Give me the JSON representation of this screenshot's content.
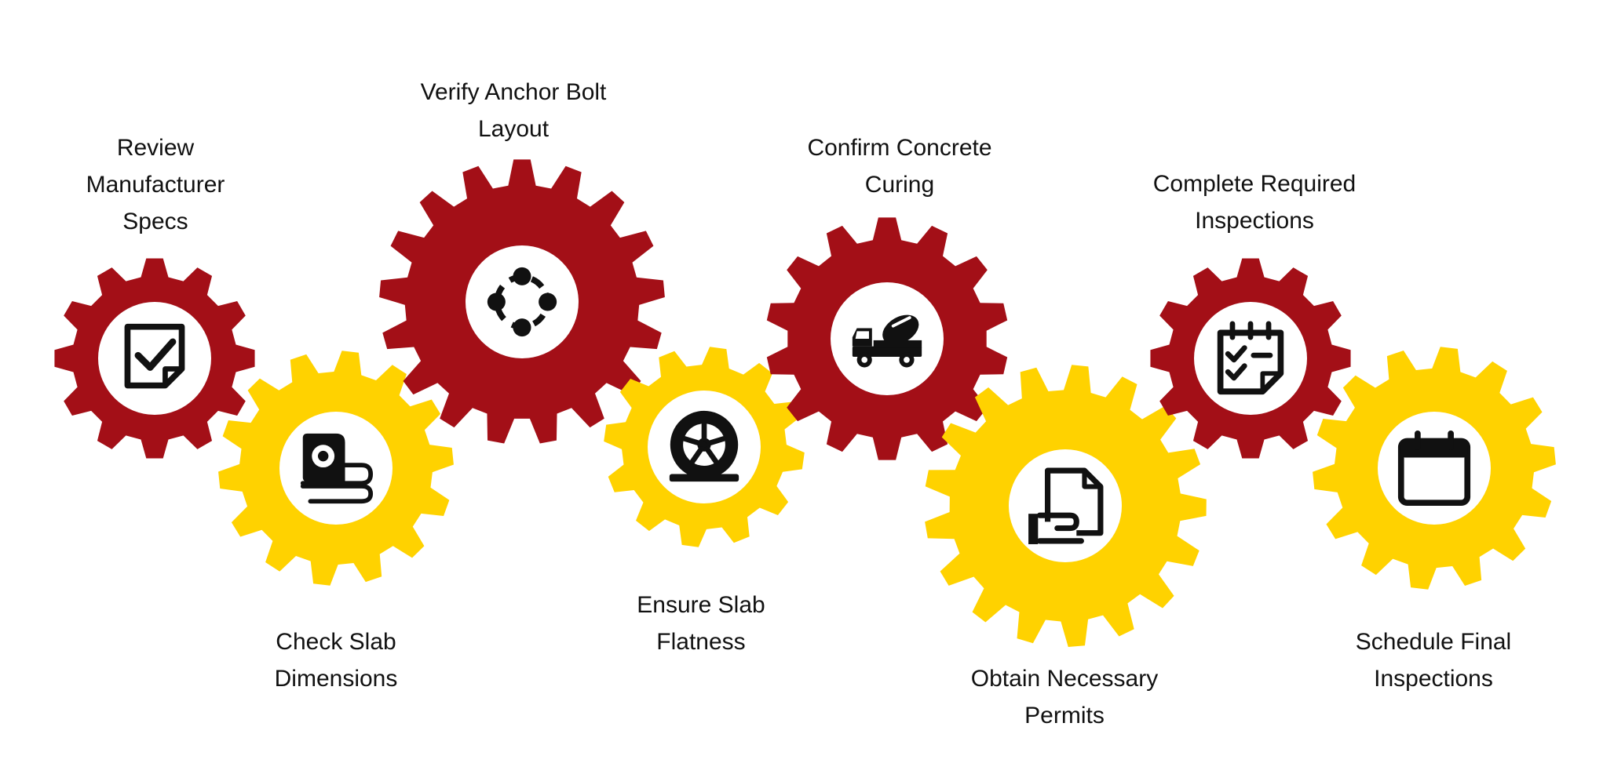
{
  "colors": {
    "red": "#A30F17",
    "yellow": "#FFD200",
    "hub": "#FFFFFF",
    "icon": "#111111",
    "text": "#111111"
  },
  "gears": [
    {
      "id": "review-manufacturer-specs",
      "color": "red",
      "icon": "checkbox-document-icon",
      "label_lines": [
        "Review",
        "Manufacturer",
        "Specs"
      ]
    },
    {
      "id": "check-slab-dimensions",
      "color": "yellow",
      "icon": "tape-measure-icon",
      "label_lines": [
        "Check Slab",
        "Dimensions"
      ]
    },
    {
      "id": "verify-anchor-bolt-layout",
      "color": "red",
      "icon": "circle-nodes-icon",
      "label_lines": [
        "Verify Anchor Bolt",
        "Layout"
      ]
    },
    {
      "id": "ensure-slab-flatness",
      "color": "yellow",
      "icon": "wheel-icon",
      "label_lines": [
        "Ensure Slab",
        "Flatness"
      ]
    },
    {
      "id": "confirm-concrete-curing",
      "color": "red",
      "icon": "concrete-mixer-truck-icon",
      "label_lines": [
        "Confirm Concrete",
        "Curing"
      ]
    },
    {
      "id": "obtain-necessary-permits",
      "color": "yellow",
      "icon": "hand-document-icon",
      "label_lines": [
        "Obtain Necessary",
        "Permits"
      ]
    },
    {
      "id": "complete-required-inspections",
      "color": "red",
      "icon": "checklist-notepad-icon",
      "label_lines": [
        "Complete Required",
        "Inspections"
      ]
    },
    {
      "id": "schedule-final-inspections",
      "color": "yellow",
      "icon": "calendar-icon",
      "label_lines": [
        "Schedule Final",
        "Inspections"
      ]
    }
  ]
}
